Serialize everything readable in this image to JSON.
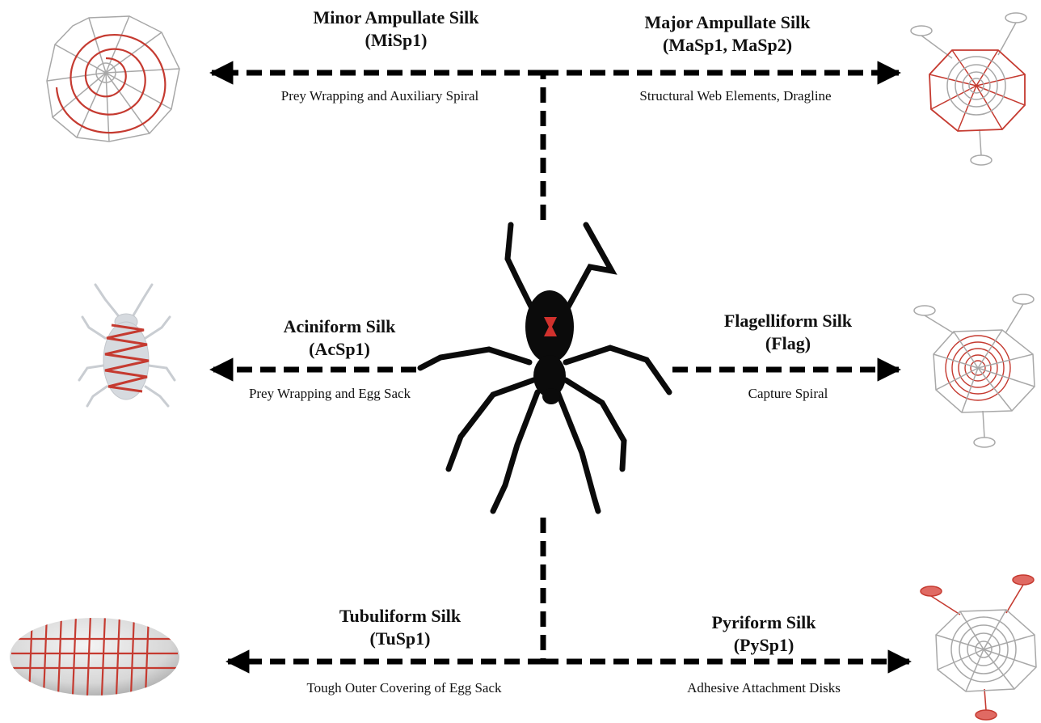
{
  "colors": {
    "silk_red": "#c53a30",
    "web_gray": "#a8a8a8",
    "arrow": "#000000",
    "spider_body": "#0b0b0b",
    "hourglass": "#d0312d"
  },
  "center": {
    "icon": "black-widow-spider"
  },
  "silks": [
    {
      "id": "minor",
      "name": "Minor Ampullate Silk",
      "protein": "(MiSp1)",
      "function": "Prey Wrapping and Auxiliary Spiral",
      "icon": "auxiliary-spiral-web"
    },
    {
      "id": "major",
      "name": "Major Ampullate Silk",
      "protein": "(MaSp1, MaSp2)",
      "function": "Structural Web Elements, Dragline",
      "icon": "structural-web"
    },
    {
      "id": "aciniform",
      "name": "Aciniform Silk",
      "protein": "(AcSp1)",
      "function": "Prey Wrapping and Egg Sack",
      "icon": "wrapped-prey-insect"
    },
    {
      "id": "flagelliform",
      "name": "Flagelliform Silk",
      "protein": "(Flag)",
      "function": "Capture Spiral",
      "icon": "capture-spiral-web"
    },
    {
      "id": "tubuliform",
      "name": "Tubuliform Silk",
      "protein": "(TuSp1)",
      "function": "Tough Outer Covering of Egg Sack",
      "icon": "egg-sack"
    },
    {
      "id": "pyriform",
      "name": "Pyriform Silk",
      "protein": "(PySp1)",
      "function": "Adhesive Attachment Disks",
      "icon": "attachment-disk-web"
    }
  ]
}
